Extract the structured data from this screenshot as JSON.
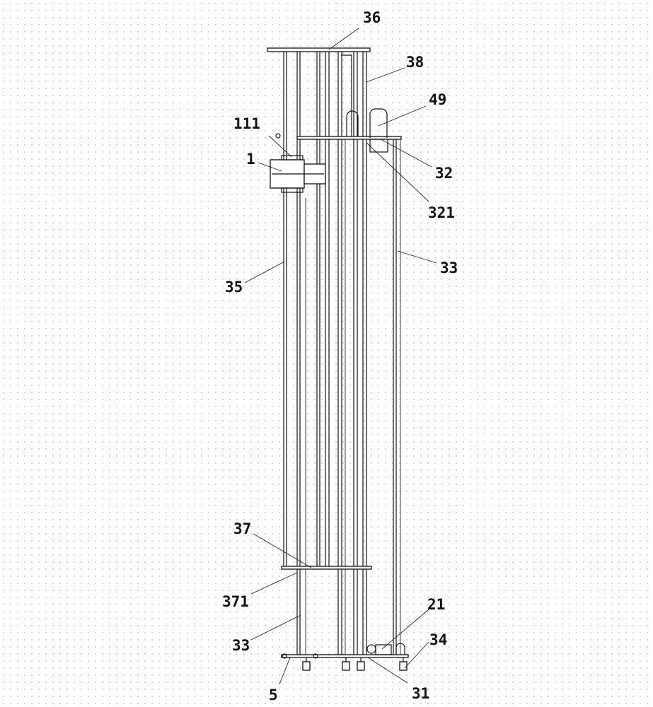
{
  "figure": {
    "labels": {
      "l36": "36",
      "l38": "38",
      "l49": "49",
      "l111": "111",
      "l1": "1",
      "l32": "32",
      "l321": "321",
      "l33_upper": "33",
      "l35": "35",
      "l37": "37",
      "l371": "371",
      "l21": "21",
      "l34": "34",
      "l33_lower": "33",
      "l5": "5",
      "l31": "31"
    }
  }
}
